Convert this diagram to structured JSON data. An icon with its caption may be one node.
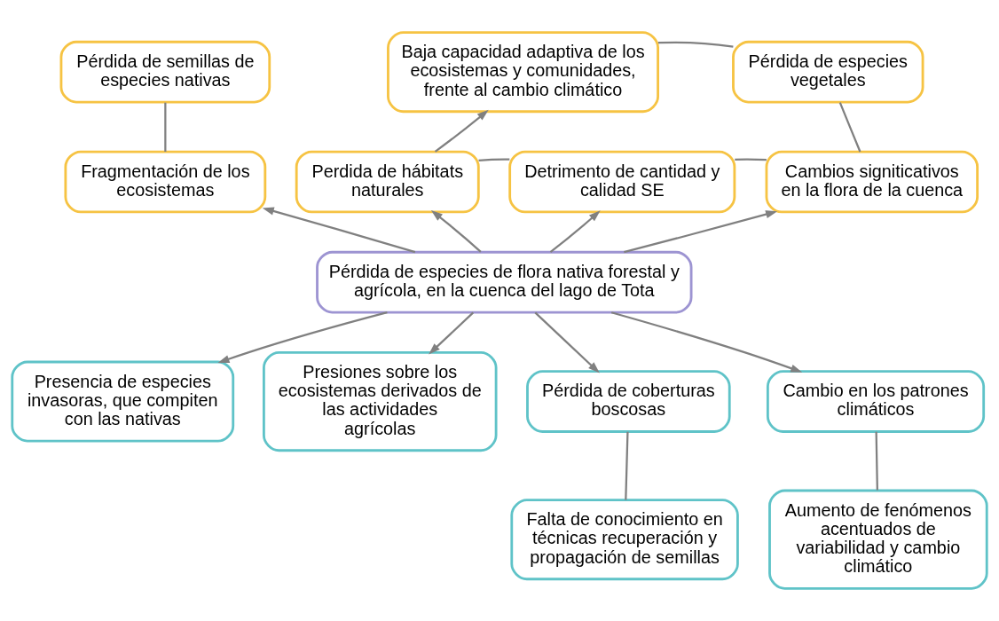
{
  "diagram": {
    "nodes": [
      {
        "text": [
          "Pérdida de semillas de especies nativas"
        ]
      },
      {
        "text": [
          "Baja capacidad adaptiva de los ecosistemas y comunidades, frente al cambio climático"
        ]
      },
      {
        "text": [
          "Pérdida de especies vegetales"
        ]
      },
      {
        "text": [
          "Fragmentación de los ecosistemas"
        ]
      },
      {
        "text": [
          "Perdida de hábitats naturales"
        ]
      },
      {
        "text": [
          "Detrimento de cantidad y calidad SE"
        ]
      },
      {
        "text": [
          "Cambios signiticativos en la flora de la cuenca"
        ]
      },
      {
        "text": [
          "Pérdida de especies de flora nativa forestal y agrícola, en la cuenca del lago de Tota"
        ]
      },
      {
        "text": [
          "Presencia de especies invasoras, que compiten con las nativas"
        ]
      },
      {
        "text": [
          "Presiones sobre los ecosistemas derivados de las actividades agrícolas"
        ]
      },
      {
        "text": [
          "Pérdida de coberturas boscosas"
        ]
      },
      {
        "text": [
          "Cambio en los patrones climáticos"
        ]
      },
      {
        "text": [
          "Falta de conocimiento en técnicas recuperación y propagación de semillas"
        ]
      },
      {
        "text": [
          "Aumento de fenómenos acentuados de variabilidad y cambio climático"
        ]
      }
    ],
    "edges": [
      {
        "from": 7,
        "to": 3,
        "arrow": "to"
      },
      {
        "from": 7,
        "to": 4,
        "arrow": "to"
      },
      {
        "from": 7,
        "to": 5,
        "arrow": "to"
      },
      {
        "from": 7,
        "to": 6,
        "arrow": "to"
      },
      {
        "from": 7,
        "to": 8,
        "arrow": "to"
      },
      {
        "from": 7,
        "to": 9,
        "arrow": "to"
      },
      {
        "from": 7,
        "to": 10,
        "arrow": "to"
      },
      {
        "from": 7,
        "to": 11,
        "arrow": "to"
      },
      {
        "from": 4,
        "to": 1,
        "arrow": "to"
      },
      {
        "from": 0,
        "to": 3,
        "arrow": "none"
      },
      {
        "from": 1,
        "to": 2,
        "arrow": "none"
      },
      {
        "from": 2,
        "to": 6,
        "arrow": "none"
      },
      {
        "from": 4,
        "to": 5,
        "arrow": "none"
      },
      {
        "from": 5,
        "to": 6,
        "arrow": "none"
      },
      {
        "from": 10,
        "to": 12,
        "arrow": "none"
      },
      {
        "from": 11,
        "to": 13,
        "arrow": "none"
      }
    ]
  }
}
